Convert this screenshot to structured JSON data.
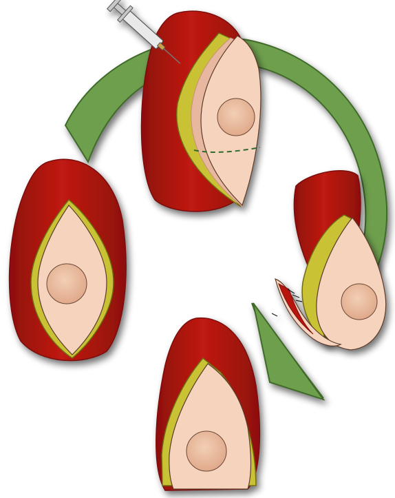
{
  "figure": {
    "stages": [
      {
        "id": "stage-1",
        "label": ""
      },
      {
        "id": "stage-2",
        "label": ""
      },
      {
        "id": "stage-3",
        "label": ""
      },
      {
        "id": "stage-4",
        "label": ""
      }
    ],
    "colors": {
      "flap_red": "#b8160f",
      "flap_red_dark": "#7a0d08",
      "fat_yellow": "#c9c234",
      "fat_yellow_dark": "#6f6a12",
      "skin": "#f6d3bd",
      "skin_dark": "#e8b7a0",
      "areola": "#efc4a8",
      "arrow_green": "#6e9f4e",
      "arrow_green_dark": "#3f6a2a",
      "syringe_metal": "#c8c8c8",
      "incision_dash": "#2e6b2e"
    },
    "icons": [
      "syringe-icon",
      "curved-arrow-icon"
    ]
  }
}
